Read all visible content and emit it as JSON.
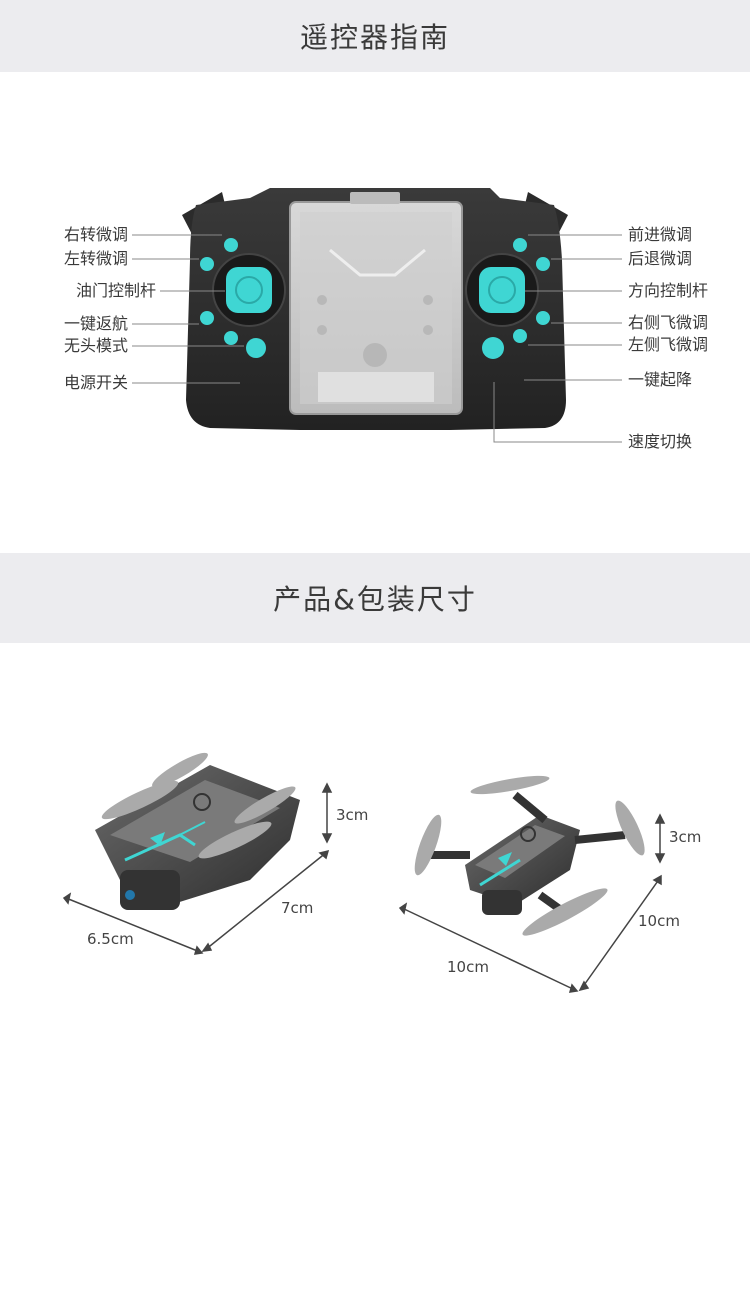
{
  "sections": {
    "remote_title": "遥控器指南",
    "size_title": "产品&包装尺寸"
  },
  "remote_labels": {
    "left": [
      "右转微调",
      "左转微调",
      "油门控制杆",
      "一键返航",
      "无头模式",
      "电源开关"
    ],
    "right": [
      "前进微调",
      "后退微调",
      "方向控制杆",
      "右侧飞微调",
      "左侧飞微调",
      "一键起降",
      "速度切换"
    ]
  },
  "folded_drone": {
    "height": "3cm",
    "length": "7cm",
    "width": "6.5cm"
  },
  "unfolded_drone": {
    "height": "3cm",
    "length": "10cm",
    "width": "10cm"
  },
  "colors": {
    "accent": "#3fd6d3",
    "body": "#2b2b2b",
    "band": "#ececef"
  }
}
